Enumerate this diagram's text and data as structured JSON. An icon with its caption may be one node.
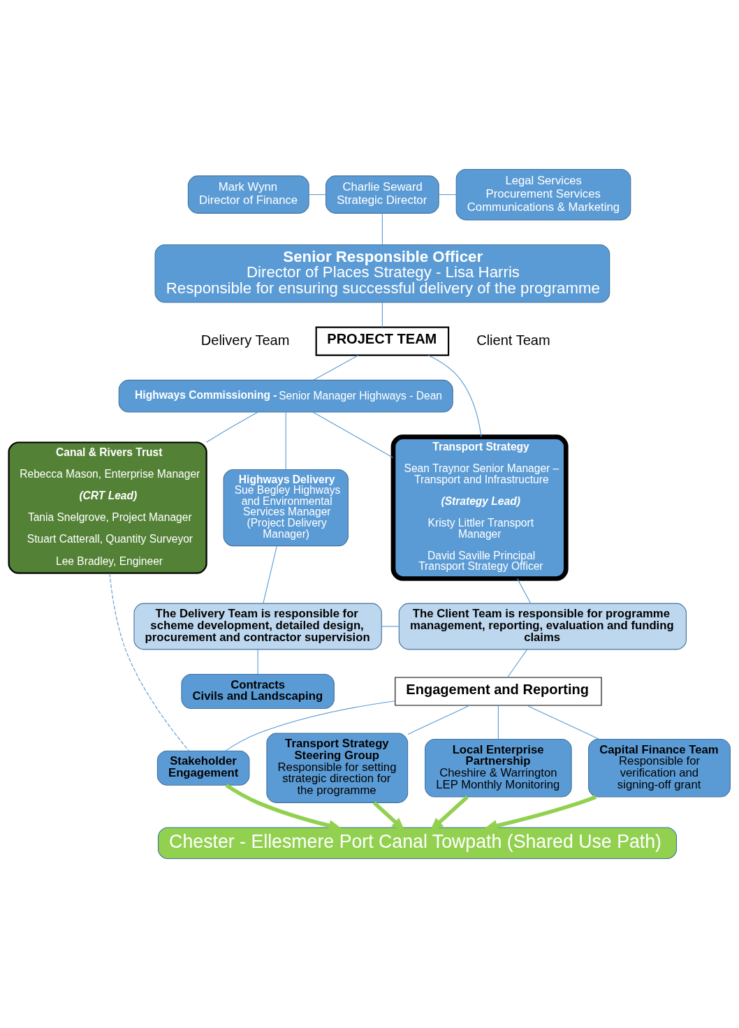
{
  "diagram": {
    "nodes": [
      {
        "text": [
          "Mark Wynn",
          "Director of Finance"
        ]
      },
      {
        "text": [
          "Charlie Seward",
          "Strategic Director"
        ]
      },
      {
        "text": [
          "Legal Services",
          "Procurement Services",
          "Communications & Marketing"
        ]
      },
      {
        "text": [
          "Senior Responsible Officer",
          "Director of Places Strategy - Lisa Harris",
          "Responsible for ensuring successful delivery of the programme"
        ]
      },
      {
        "text": [
          "PROJECT TEAM"
        ]
      },
      {
        "text": [
          "Highways Commissioning -",
          "Senior Manager Highways - Dean"
        ]
      },
      {
        "text": [
          "Highways Delivery",
          "Sue Begley Highways and Environmental Services Manager (Project Delivery Manager)"
        ]
      },
      {
        "text": [
          "Canal & Rivers Trust",
          "Rebecca Mason, Enterprise Manager",
          "(CRT Lead)",
          "Tania Snelgrove, Project Manager",
          "Stuart Catterall, Quantity Surveyor",
          "Lee Bradley, Engineer"
        ]
      },
      {
        "text": [
          "Transport Strategy",
          "Sean Traynor Senior Manager – Transport and Infrastructure",
          "(Strategy Lead)",
          "Kristy Littler Transport Manager",
          "David Saville Principal Transport Strategy Officer"
        ]
      },
      {
        "text": [
          "The Delivery Team is responsible for scheme development, detailed design, procurement and contractor supervision"
        ]
      },
      {
        "text": [
          "The Client Team is responsible for programme management, reporting, evaluation and funding claims"
        ]
      },
      {
        "text": [
          "Contracts",
          "Civils and Landscaping"
        ]
      },
      {
        "text": [
          "Engagement and Reporting"
        ]
      },
      {
        "text": [
          "Capital Finance Team",
          "Responsible for verification and signing-off grant"
        ]
      },
      {
        "text": [
          "Transport Strategy Steering Group",
          "Responsible for setting strategic direction for the programme"
        ]
      },
      {
        "text": [
          "Local Enterprise Partnership",
          "Cheshire & Warrington LEP Monthly Monitoring"
        ]
      },
      {
        "text": [
          "Stakeholder Engagement"
        ]
      },
      {
        "text": [
          "Chester - Ellesmere Port Canal Towpath (Shared Use Path)"
        ]
      }
    ],
    "edges": [
      {
        "from": 0,
        "to": 1,
        "arrow": "none"
      },
      {
        "from": 1,
        "to": 2,
        "arrow": "none"
      },
      {
        "from": 1,
        "to": 3,
        "arrow": "none"
      },
      {
        "from": 3,
        "to": 4,
        "arrow": "none"
      },
      {
        "from": 4,
        "to": 5,
        "arrow": "none"
      },
      {
        "from": 4,
        "to": 8,
        "arrow": "none"
      },
      {
        "from": 5,
        "to": 6,
        "arrow": "none"
      },
      {
        "from": 5,
        "to": 7,
        "arrow": "none"
      },
      {
        "from": 5,
        "to": 8,
        "arrow": "none"
      },
      {
        "from": 6,
        "to": 9,
        "arrow": "none"
      },
      {
        "from": 9,
        "to": 10,
        "arrow": "none"
      },
      {
        "from": 8,
        "to": 10,
        "arrow": "none"
      },
      {
        "from": 7,
        "to": 16,
        "arrow": "none",
        "style": "dashed"
      },
      {
        "from": 9,
        "to": 11,
        "arrow": "none"
      },
      {
        "from": 10,
        "to": 12,
        "arrow": "none"
      },
      {
        "from": 12,
        "to": 13,
        "arrow": "none"
      },
      {
        "from": 12,
        "to": 14,
        "arrow": "none"
      },
      {
        "from": 12,
        "to": 15,
        "arrow": "none"
      },
      {
        "from": 12,
        "to": 16,
        "arrow": "none"
      },
      {
        "from": 13,
        "to": 17,
        "arrow": "to",
        "style": "thick",
        "color": "#92d050"
      },
      {
        "from": 14,
        "to": 17,
        "arrow": "to",
        "style": "thick",
        "color": "#92d050"
      },
      {
        "from": 15,
        "to": 17,
        "arrow": "to",
        "style": "thick",
        "color": "#92d050"
      },
      {
        "from": 16,
        "to": 17,
        "arrow": "to",
        "style": "thick",
        "color": "#92d050"
      }
    ],
    "labels": [
      "Delivery Team",
      "Client Team"
    ]
  }
}
